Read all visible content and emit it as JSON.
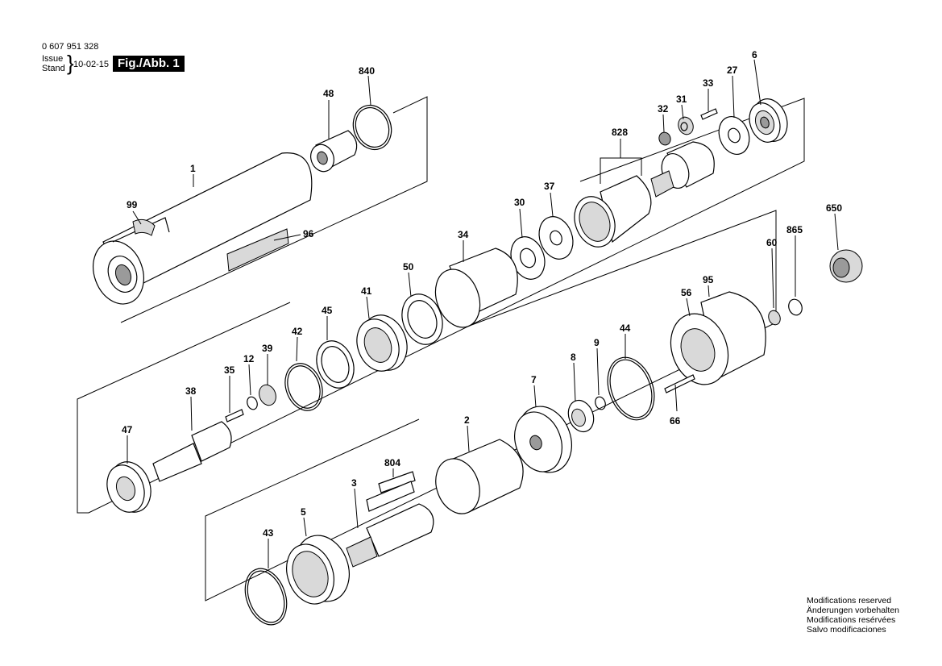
{
  "header": {
    "doc_number": "0 607 951 328",
    "issue_label": "Issue",
    "stand_label": "Stand",
    "issue_date": "10-02-15",
    "figure_label": "Fig./Abb. 1"
  },
  "part_labels": {
    "p840": "840",
    "p48": "48",
    "p1": "1",
    "p99": "99",
    "p96": "96",
    "p6": "6",
    "p27": "27",
    "p33": "33",
    "p31": "31",
    "p32": "32",
    "p828": "828",
    "p37": "37",
    "p30": "30",
    "p34": "34",
    "p50": "50",
    "p41": "41",
    "p45": "45",
    "p42": "42",
    "p39": "39",
    "p12": "12",
    "p35": "35",
    "p38": "38",
    "p47": "47",
    "p650": "650",
    "p865": "865",
    "p60": "60",
    "p95": "95",
    "p56": "56",
    "p44": "44",
    "p9": "9",
    "p8": "8",
    "p7": "7",
    "p2": "2",
    "p66": "66",
    "p804": "804",
    "p3": "3",
    "p5": "5",
    "p43": "43"
  },
  "notes": [
    "Modifications reserved",
    "Änderungen vorbehalten",
    "Modifications resérvées",
    "Salvo modificaciones"
  ]
}
